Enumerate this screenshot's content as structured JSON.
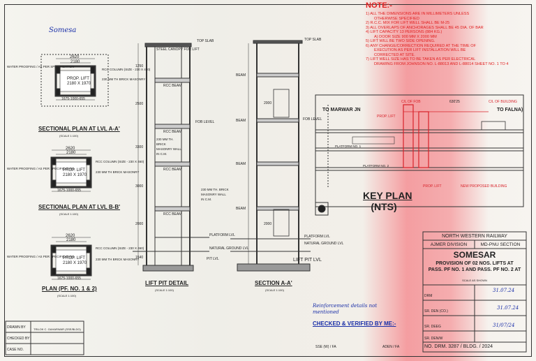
{
  "handwritten": {
    "corner_note": "Somesa",
    "remark": "Reinforcement details not mentioned",
    "drm_sign": "31.07.24",
    "sden_sign": "31.07.24",
    "sdeng_sign": "31/07/24"
  },
  "notes": {
    "title": "NOTE:-",
    "items": [
      "1) ALL THE DIMENSIONS ARE IN MILLIMETERS UNLESS",
      "OTHERWISE SPECIFIED",
      "2) R.C.C. MIX FOR LIFT WELL SHALL BE M-25",
      "3) ALL OVERLAPS OF ANCHORAGES SHALL BE 45 DIA. OF BAR",
      "4) LIFT CAPACITY 13 PERSONS (884 kg.)",
      "a) DOOR SIZE   900 MM X 2000 MM",
      "5) LIFT WILL BE TWO SIDE OPENING.",
      "6) ANY CHANGE/CORRECTION REQUIRED AT THE TIME OF",
      "EXECUTION AS PER LIFT INSTALLATION WILL BE",
      "CORRECTED AT SITE.",
      "7) LIFT WELL SIZE HAS TO BE TAKEN AS PER ELECTRICAL",
      "DRAWING FROM JOHNSON NO. L-88013 AND L-88014 SHEET NO. 1 TO 4"
    ]
  },
  "plans": {
    "aa": {
      "title": "SECTIONAL PLAN AT LVL A-A'",
      "scale": "(SCALE 1:100)",
      "outer_dim": "2620",
      "inner_dim": "2180",
      "bottom_dim": "1675-1000-655",
      "lift_label": "PROP. LIFT",
      "lift_size": "2180 X 1970",
      "column_label": "RCC COLUMN (SIZE - 230 X 460)",
      "wall_label": "230 MM TH BRICK MASONRY",
      "facing_label": "WATER PROOFING / AS PER SPECIFICATION"
    },
    "bb": {
      "title": "SECTIONAL PLAN AT LVL B-B'",
      "scale": "(SCALE 1:100)",
      "outer_dim": "2620",
      "inner_dim": "2180",
      "bottom_dim": "1675-1000-655",
      "lift_label": "PROP. LIFT",
      "lift_size": "2180 X 1970",
      "column_label": "RCC COLUMN (SIZE - 230 X 460)",
      "wall_label": "230 MM TH BRICK MASONRY",
      "facing_label": "WATER PROOFING / AS PER SPECIFICATION"
    },
    "pf": {
      "title": "PLAN (PF. NO. 1 & 2)",
      "scale": "(SCALE 1:100)",
      "outer_dim": "2620",
      "inner_dim": "2180",
      "bottom_dim": "1675-1000-655",
      "lift_label": "PROP. LIFT",
      "lift_size": "2180 X 1970",
      "column_label": "RCC COLUMN (SIZE - 230 X 460)",
      "wall_label": "230 MM TH BRICK MASONRY",
      "facing_label": "WATER PROOFING / AS PER SPECIFICATION"
    }
  },
  "lift_pit": {
    "title": "LIFT PIT DETAIL",
    "scale": "(SCALE 1:100)",
    "top_slab": "TOP SLAB",
    "steel_label": "STEEL CANOPY FOR LIFT",
    "rcc_beam": "RCC BEAM",
    "fob_level": "FOB LEVEL",
    "masonry": "230 MM TH. BRICK MASONRY WALL IN C.M.",
    "masonry2": "230 MM TH. BRICK MASONRY WALL IN C.M.",
    "platform": "PLATFORM LVL",
    "natural_ground": "NATURAL GROUND LVL",
    "pit_lvl": "PIT LVL",
    "dims": [
      "1250",
      "2500",
      "3300",
      "3000",
      "2000",
      "1540"
    ]
  },
  "section": {
    "title": "SECTION A-A'",
    "scale": "(SCALE 1:100)",
    "top_slab": "TOP SLAB",
    "beam": "BEAM",
    "fob_level": "FOB LEVEL",
    "platform": "PLATFORM LVL",
    "natural_ground": "NATURAL GROUND LVL",
    "pit_lvl": "LIFT PIT LVL",
    "dims": [
      "2000",
      "2000"
    ]
  },
  "key_plan": {
    "title": "KEY PLAN",
    "nts": "(NTS)",
    "to_marwar": "TO MARWAR JN",
    "to_falna": "TO FALNA)",
    "prop_lift": "PROP. LIFT",
    "prop_lift2": "PROP. LIFT",
    "cl_fob": "C/L OF FOB",
    "cl_building": "C/L OF BUILDING",
    "new_building": "NEW PROPOSED BUILDING",
    "chainage": "630'25",
    "platform1": "PLATFORM NO. 1",
    "platform2": "PLATFORM NO. 2"
  },
  "title_block": {
    "railway": "NORTH WESTERN RAILWAY",
    "division": "AJMER DIVISION",
    "section": "MD-PNU SECTION",
    "station": "SOMESAR",
    "description_1": "PROVISION OF 02 NOS. LIFTS AT",
    "description_2": "PASS. PF NO. 1 AND PASS. PF NO. 2 AT",
    "scale_note": "SCALE AS SHOWN",
    "drm": "DRM",
    "sr_den": "SR. DEN (CO.)",
    "sr_deeg": "SR. DEEG",
    "sr_denw": "SR. DEN/W",
    "drawing_no": "NO. DRM. 3287 / BLDG. / 2024",
    "checked": "CHECKED & VERIFIED BY ME:-",
    "sse": "SSE (W) / FA",
    "aden": "ADEN / FA"
  },
  "left_block": {
    "drawn_by": "DRAWN BY",
    "drawn_name": "TRILOK C. GAHARWAR (SSE/BLDG)",
    "checked_by": "CHECKED BY",
    "case_no": "CASE NO."
  }
}
